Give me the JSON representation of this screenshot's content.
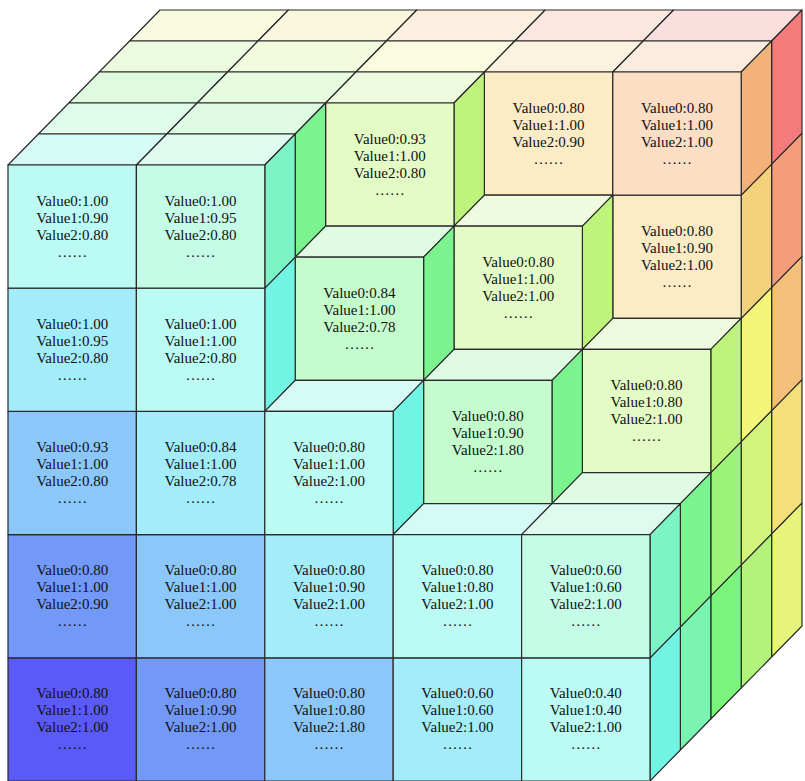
{
  "diagram": {
    "nodes": [
      {
        "text": [
          "Value0:0.80",
          "Value1:1.00",
          "Value2:0.90",
          "……"
        ]
      },
      {
        "text": [
          "Value0:0.80",
          "Value1:1.00",
          "Value2:1.00",
          "……"
        ]
      },
      {
        "text": [
          "Value0:0.93",
          "Value1:1.00",
          "Value2:0.80",
          "……"
        ]
      },
      {
        "text": [
          "Value0:1.00",
          "Value1:0.90",
          "Value2:0.80",
          "……"
        ]
      },
      {
        "text": [
          "Value0:1.00",
          "Value1:0.95",
          "Value2:0.80",
          "……"
        ]
      },
      {
        "text": [
          "Value0:0.80",
          "Value1:0.90",
          "Value2:1.00",
          "……"
        ]
      },
      {
        "text": [
          "Value0:0.80",
          "Value1:1.00",
          "Value2:1.00",
          "……"
        ]
      },
      {
        "text": [
          "Value0:0.84",
          "Value1:1.00",
          "Value2:0.78",
          "……"
        ]
      },
      {
        "text": [
          "Value0:1.00",
          "Value1:0.95",
          "Value2:0.80",
          "……"
        ]
      },
      {
        "text": [
          "Value0:1.00",
          "Value1:1.00",
          "Value2:0.80",
          "……"
        ]
      },
      {
        "text": [
          "Value0:0.80",
          "Value1:0.80",
          "Value2:1.00",
          "……"
        ]
      },
      {
        "text": [
          "Value0:0.80",
          "Value1:0.90",
          "Value2:1.80",
          "……"
        ]
      },
      {
        "text": [
          "Value0:0.93",
          "Value1:1.00",
          "Value2:0.80",
          "……"
        ]
      },
      {
        "text": [
          "Value0:0.84",
          "Value1:1.00",
          "Value2:0.78",
          "……"
        ]
      },
      {
        "text": [
          "Value0:0.80",
          "Value1:1.00",
          "Value2:1.00",
          "……"
        ]
      },
      {
        "text": [
          "Value0:0.80",
          "Value1:1.00",
          "Value2:0.90",
          "……"
        ]
      },
      {
        "text": [
          "Value0:0.80",
          "Value1:1.00",
          "Value2:1.00",
          "……"
        ]
      },
      {
        "text": [
          "Value0:0.80",
          "Value1:0.90",
          "Value2:1.00",
          "……"
        ]
      },
      {
        "text": [
          "Value0:0.80",
          "Value1:0.80",
          "Value2:1.00",
          "……"
        ]
      },
      {
        "text": [
          "Value0:0.60",
          "Value1:0.60",
          "Value2:1.00",
          "……"
        ]
      },
      {
        "text": [
          "Value0:0.80",
          "Value1:1.00",
          "Value2:1.00",
          "……"
        ]
      },
      {
        "text": [
          "Value0:0.80",
          "Value1:0.90",
          "Value2:1.00",
          "……"
        ]
      },
      {
        "text": [
          "Value0:0.80",
          "Value1:0.80",
          "Value2:1.80",
          "……"
        ]
      },
      {
        "text": [
          "Value0:0.60",
          "Value1:0.60",
          "Value2:1.00",
          "……"
        ]
      },
      {
        "text": [
          "Value0:0.40",
          "Value1:0.40",
          "Value2:1.00",
          "……"
        ]
      }
    ]
  }
}
